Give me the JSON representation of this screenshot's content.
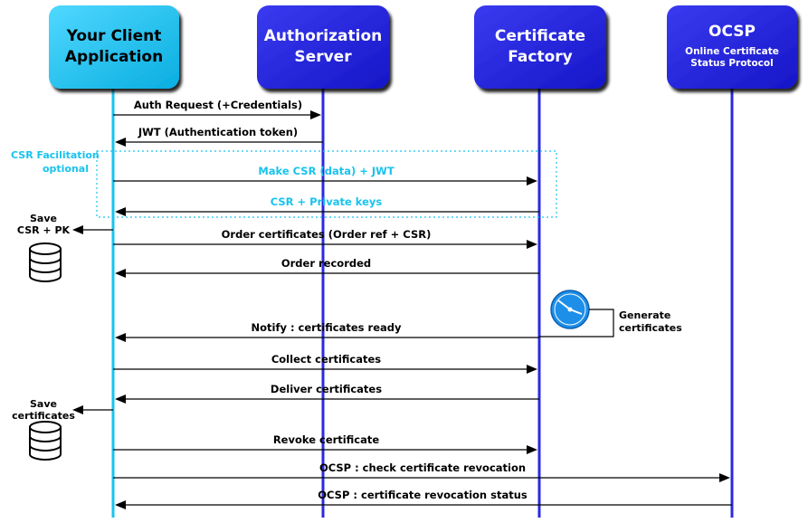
{
  "colors": {
    "client": "#19c3ee",
    "server": "#2a2ae0",
    "lifeline_client": "#19c3ee",
    "lifeline_server": "#2a2ae0",
    "arrow": "#000000",
    "csr_text": "#19c3ee",
    "csr_box": "#19c3ee",
    "clock": "#1e8fe8",
    "db": "#000000"
  },
  "participants": [
    {
      "id": "client",
      "title": [
        "Your Client",
        "Application"
      ],
      "subtitle": []
    },
    {
      "id": "auth",
      "title": [
        "Authorization",
        "Server"
      ],
      "subtitle": []
    },
    {
      "id": "factory",
      "title": [
        "Certificate",
        "Factory"
      ],
      "subtitle": []
    },
    {
      "id": "ocsp",
      "title": [
        "OCSP"
      ],
      "subtitle": [
        "Online Certificate",
        "Status Protocol"
      ]
    }
  ],
  "csr_group": {
    "label": "CSR Facilitation",
    "sublabel": "optional"
  },
  "messages": [
    {
      "from": "client",
      "to": "auth",
      "label": "Auth Request (+Credentials)",
      "color": "black"
    },
    {
      "from": "auth",
      "to": "client",
      "label": "JWT (Authentication token)",
      "color": "black"
    },
    {
      "from": "client",
      "to": "factory",
      "label": "Make CSR (data) + JWT",
      "color": "cyan"
    },
    {
      "from": "factory",
      "to": "client",
      "label": "CSR + Private keys",
      "color": "cyan"
    },
    {
      "from": "client",
      "to": "factory",
      "label": "Order certificates (Order ref + CSR)",
      "color": "black"
    },
    {
      "from": "factory",
      "to": "client",
      "label": "Order recorded",
      "color": "black"
    },
    {
      "from": "factory",
      "to": "client",
      "label": "Notify : certificates ready",
      "color": "black"
    },
    {
      "from": "client",
      "to": "factory",
      "label": "Collect certificates",
      "color": "black"
    },
    {
      "from": "factory",
      "to": "client",
      "label": "Deliver certificates",
      "color": "black"
    },
    {
      "from": "client",
      "to": "factory",
      "label": "Revoke certificate",
      "color": "black"
    },
    {
      "from": "client",
      "to": "ocsp",
      "label": "OCSP : check certificate revocation",
      "color": "black"
    },
    {
      "from": "ocsp",
      "to": "client",
      "label": "OCSP : certificate revocation status",
      "color": "black"
    }
  ],
  "save_actions": [
    {
      "lines": [
        "Save",
        "CSR + PK"
      ]
    },
    {
      "lines": [
        "Save",
        "certificates"
      ]
    }
  ],
  "generate_note": {
    "lines": [
      "Generate",
      "certificates"
    ],
    "icon": "clock-icon"
  }
}
